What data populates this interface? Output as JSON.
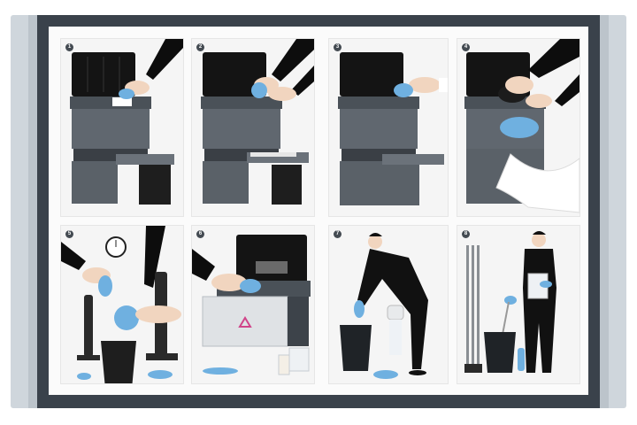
{
  "poster": {
    "description": "Framed 8-step illustrated instruction poster: cleaning a printer and disposing of used gloves/cloths",
    "colors": {
      "frame_outer": "#cfd6dc",
      "frame_bezel": "#3a424b",
      "mat": "#fbfbfb",
      "panel_bg": "#f5f5f5",
      "accent_glove_blue": "#6fb0e0",
      "printer_gray": "#5f666e",
      "suit_black": "#111111"
    },
    "panels": [
      {
        "step": "1",
        "scene": "Hand in suit sleeve wipes inside of opened printer with blue cloth; paper tray and black bin beside printer"
      },
      {
        "step": "2",
        "scene": "Two hands with blue cloth wiping top of printer; paper tray open; black bin"
      },
      {
        "step": "3",
        "scene": "Hand wiping printer surface with blue cloth"
      },
      {
        "step": "4",
        "scene": "Gloved hands removing toner component; white sheet draped over printer"
      },
      {
        "step": "5",
        "scene": "Hands dropping blue gloves into black trash bin; wall clock; stands"
      },
      {
        "step": "6",
        "scene": "Hand wiping inside of printer with blue cloth; warning triangle on box; supplies"
      },
      {
        "step": "7",
        "scene": "Man in black suit bending over trash bin with blue gloves; paper towel dispenser; cloth on floor"
      },
      {
        "step": "8",
        "scene": "Man in black suit with clipboard and grabber tool at trash bin; mop/broom; spray bottle"
      }
    ]
  }
}
